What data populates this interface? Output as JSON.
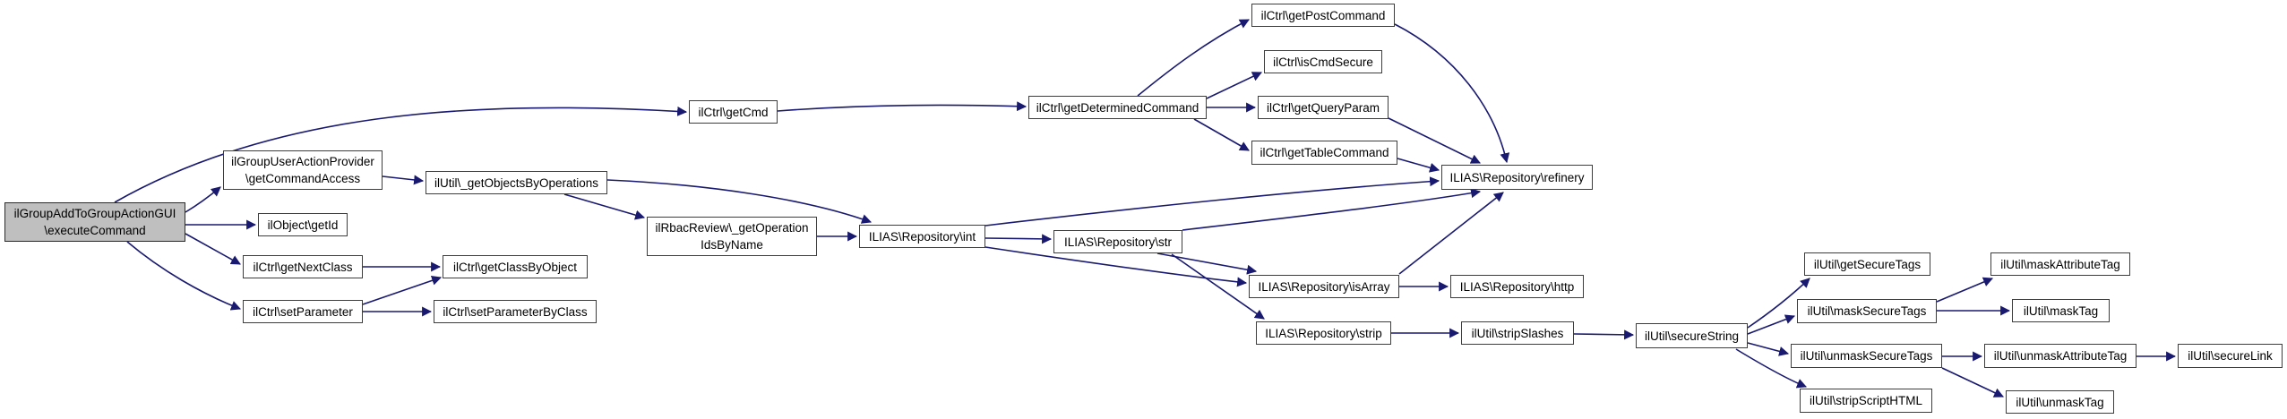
{
  "diagram": {
    "type": "call-graph",
    "description": "Doxygen-style caller graph for ilGroupAddToGroupActionGUI::executeCommand",
    "colors": {
      "edge": "#191970",
      "node_border": "#3d3d3d",
      "node_fill": "#ffffff",
      "root_fill": "#bfbfbf"
    },
    "nodes": [
      {
        "id": "executeCommand",
        "label": "ilGroupAddToGroupActionGUI\n\\executeCommand"
      },
      {
        "id": "getCommandAccess",
        "label": "ilGroupUserActionProvider\n\\getCommandAccess"
      },
      {
        "id": "getId",
        "label": "ilObject\\getId"
      },
      {
        "id": "getNextClass",
        "label": "ilCtrl\\getNextClass"
      },
      {
        "id": "setParameter",
        "label": "ilCtrl\\setParameter"
      },
      {
        "id": "getClassByObject",
        "label": "ilCtrl\\getClassByObject"
      },
      {
        "id": "setParameterByClass",
        "label": "ilCtrl\\setParameterByClass"
      },
      {
        "id": "getObjectsByOperations",
        "label": "ilUtil\\_getObjectsByOperations"
      },
      {
        "id": "getCmd",
        "label": "ilCtrl\\getCmd"
      },
      {
        "id": "getOperationIdsByName",
        "label": "ilRbacReview\\_getOperation\nIdsByName"
      },
      {
        "id": "repoInt",
        "label": "ILIAS\\Repository\\int"
      },
      {
        "id": "getDeterminedCommand",
        "label": "ilCtrl\\getDeterminedCommand"
      },
      {
        "id": "repoStr",
        "label": "ILIAS\\Repository\\str"
      },
      {
        "id": "getPostCommand",
        "label": "ilCtrl\\getPostCommand"
      },
      {
        "id": "isCmdSecure",
        "label": "ilCtrl\\isCmdSecure"
      },
      {
        "id": "getQueryParam",
        "label": "ilCtrl\\getQueryParam"
      },
      {
        "id": "getTableCommand",
        "label": "ilCtrl\\getTableCommand"
      },
      {
        "id": "refinery",
        "label": "ILIAS\\Repository\\refinery"
      },
      {
        "id": "isArray",
        "label": "ILIAS\\Repository\\isArray"
      },
      {
        "id": "http",
        "label": "ILIAS\\Repository\\http"
      },
      {
        "id": "strip",
        "label": "ILIAS\\Repository\\strip"
      },
      {
        "id": "stripSlashes",
        "label": "ilUtil\\stripSlashes"
      },
      {
        "id": "secureString",
        "label": "ilUtil\\secureString"
      },
      {
        "id": "getSecureTags",
        "label": "ilUtil\\getSecureTags"
      },
      {
        "id": "maskSecureTags",
        "label": "ilUtil\\maskSecureTags"
      },
      {
        "id": "unmaskSecureTags",
        "label": "ilUtil\\unmaskSecureTags"
      },
      {
        "id": "stripScriptHTML",
        "label": "ilUtil\\stripScriptHTML"
      },
      {
        "id": "maskAttributeTag",
        "label": "ilUtil\\maskAttributeTag"
      },
      {
        "id": "maskTag",
        "label": "ilUtil\\maskTag"
      },
      {
        "id": "unmaskAttributeTag",
        "label": "ilUtil\\unmaskAttributeTag"
      },
      {
        "id": "unmaskTag",
        "label": "ilUtil\\unmaskTag"
      },
      {
        "id": "secureLink",
        "label": "ilUtil\\secureLink"
      }
    ],
    "edges": [
      {
        "from": "executeCommand",
        "to": "getCmd"
      },
      {
        "from": "executeCommand",
        "to": "getCommandAccess"
      },
      {
        "from": "executeCommand",
        "to": "getId"
      },
      {
        "from": "executeCommand",
        "to": "getNextClass"
      },
      {
        "from": "executeCommand",
        "to": "setParameter"
      },
      {
        "from": "getCommandAccess",
        "to": "getObjectsByOperations"
      },
      {
        "from": "getNextClass",
        "to": "getClassByObject"
      },
      {
        "from": "setParameter",
        "to": "getClassByObject"
      },
      {
        "from": "setParameter",
        "to": "setParameterByClass"
      },
      {
        "from": "getObjectsByOperations",
        "to": "getOperationIdsByName"
      },
      {
        "from": "getObjectsByOperations",
        "to": "repoInt"
      },
      {
        "from": "getOperationIdsByName",
        "to": "repoInt"
      },
      {
        "from": "getCmd",
        "to": "getDeterminedCommand"
      },
      {
        "from": "getDeterminedCommand",
        "to": "getPostCommand"
      },
      {
        "from": "getDeterminedCommand",
        "to": "isCmdSecure"
      },
      {
        "from": "getDeterminedCommand",
        "to": "getQueryParam"
      },
      {
        "from": "getDeterminedCommand",
        "to": "getTableCommand"
      },
      {
        "from": "getPostCommand",
        "to": "refinery"
      },
      {
        "from": "getQueryParam",
        "to": "refinery"
      },
      {
        "from": "getTableCommand",
        "to": "refinery"
      },
      {
        "from": "repoInt",
        "to": "refinery"
      },
      {
        "from": "repoStr",
        "to": "refinery"
      },
      {
        "from": "isArray",
        "to": "refinery"
      },
      {
        "from": "repoInt",
        "to": "repoStr"
      },
      {
        "from": "repoInt",
        "to": "isArray"
      },
      {
        "from": "repoStr",
        "to": "isArray"
      },
      {
        "from": "repoStr",
        "to": "strip"
      },
      {
        "from": "isArray",
        "to": "http"
      },
      {
        "from": "strip",
        "to": "stripSlashes"
      },
      {
        "from": "stripSlashes",
        "to": "secureString"
      },
      {
        "from": "secureString",
        "to": "getSecureTags"
      },
      {
        "from": "secureString",
        "to": "maskSecureTags"
      },
      {
        "from": "secureString",
        "to": "unmaskSecureTags"
      },
      {
        "from": "secureString",
        "to": "stripScriptHTML"
      },
      {
        "from": "maskSecureTags",
        "to": "maskAttributeTag"
      },
      {
        "from": "maskSecureTags",
        "to": "maskTag"
      },
      {
        "from": "unmaskSecureTags",
        "to": "unmaskAttributeTag"
      },
      {
        "from": "unmaskSecureTags",
        "to": "unmaskTag"
      },
      {
        "from": "unmaskAttributeTag",
        "to": "secureLink"
      }
    ]
  }
}
